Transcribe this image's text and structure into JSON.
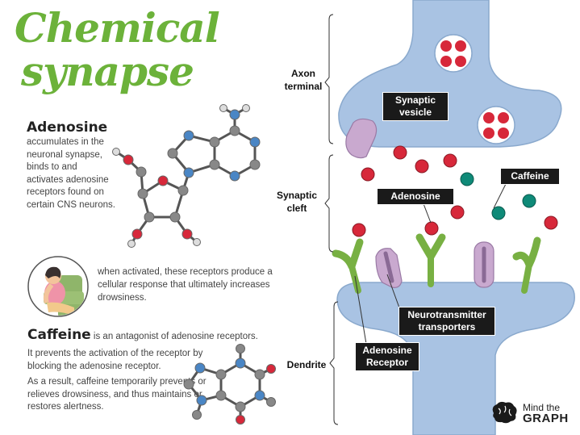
{
  "title": {
    "line1": "Chemical",
    "line2": "synapse"
  },
  "adenosine": {
    "heading": "Adenosine",
    "body": "accumulates in the neuronal synapse, binds to and activates adenosine receptors found on certain CNS neurons."
  },
  "activation_text": "when activated, these receptors produce a cellular response that ultimately increases drowsiness.",
  "caffeine": {
    "heading": "Caffeine",
    "inline": "is an antagonist of adenosine receptors.",
    "para1": "It prevents the activation of the receptor by blocking the adenosine receptor.",
    "para2": "As a result, caffeine temporarily prevents or relieves drowsiness, and thus maintains or restores alertness."
  },
  "diagram": {
    "axon_terminal": "Axon terminal",
    "synaptic_cleft": "Synaptic cleft",
    "dendrite": "Dendrite",
    "synaptic_vesicle": "Synaptic vesicle",
    "caffeine_tag": "Caffeine",
    "adenosine_tag": "Adenosine",
    "transporters_tag": "Neurotransmitter transporters",
    "receptor_tag": "Adenosine Receptor"
  },
  "brand": {
    "line1": "Mind the",
    "line2": "GRAPH"
  },
  "colors": {
    "title_green": "#6cb23a",
    "neuron_blue": "#a9c3e3",
    "adenosine_red": "#d7283a",
    "caffeine_teal": "#0f8a78",
    "receptor_green": "#78b043",
    "transporter_purple": "#c9a9cf"
  }
}
